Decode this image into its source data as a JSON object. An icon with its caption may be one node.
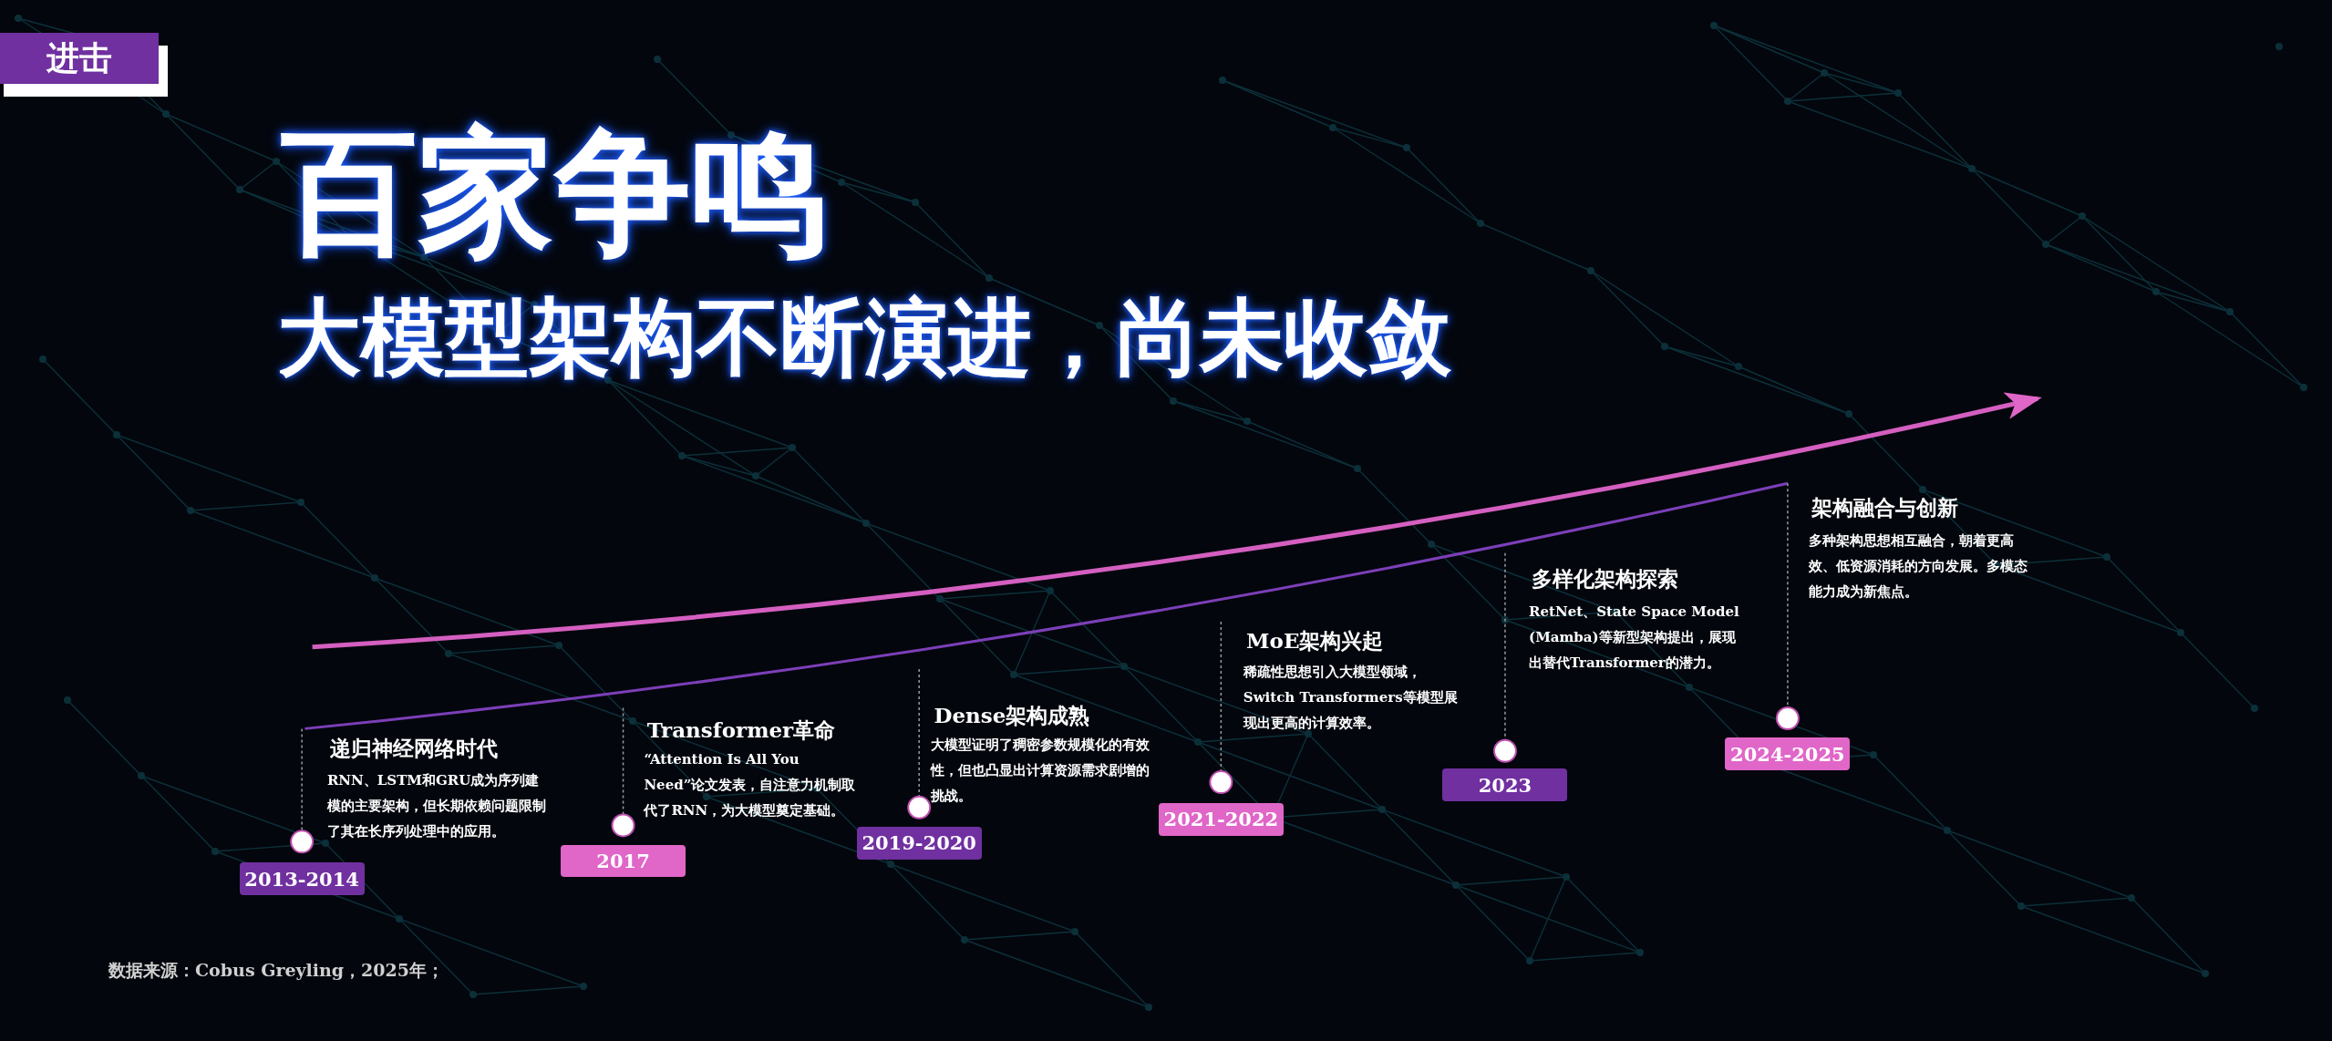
{
  "diagram": {
    "title": "百家争鸣",
    "nodes": [
      {
        "text": [
          "进击"
        ]
      },
      {
        "text": [
          "2013-2014"
        ],
        "beside": [
          "递归神经网络时代",
          "RNN、LSTM和GRU成为序列建模的主要架构，但长期依赖问题限制了其在长序列处理中的应用。"
        ]
      },
      {
        "text": [
          "2017"
        ],
        "beside": [
          "Transformer革命",
          "“Attention Is All You Need”论文发表，自注意力机制取代了RNN，为大模型奠定基础。"
        ]
      },
      {
        "text": [
          "2019-2020"
        ],
        "beside": [
          "Dense架构成熟",
          "大模型证明了稠密参数规模化的有效性，但也凸显出计算资源需求剧增的挑战。"
        ]
      },
      {
        "text": [
          "2021-2022"
        ],
        "beside": [
          "MoE架构兴起",
          "稀疏性思想引入大模型领域，Switch Transformers等模型展现出更高的计算效率。"
        ]
      },
      {
        "text": [
          "2023"
        ],
        "beside": [
          "多样化架构探索",
          "RetNet、State Space Model (Mamba)等新型架构提出，展现出替代Transformer的潜力。"
        ]
      },
      {
        "text": [
          "2024-2025"
        ],
        "beside": [
          "架构融合与创新",
          "多种架构思想相互融合，朝着更高效、低资源消耗的方向发展。多模态能力成为新焦点。"
        ]
      }
    ],
    "labels": [
      "大模型架构不断演进，尚未收敛",
      "数据来源：Cobus Greyling，2025年；"
    ]
  }
}
